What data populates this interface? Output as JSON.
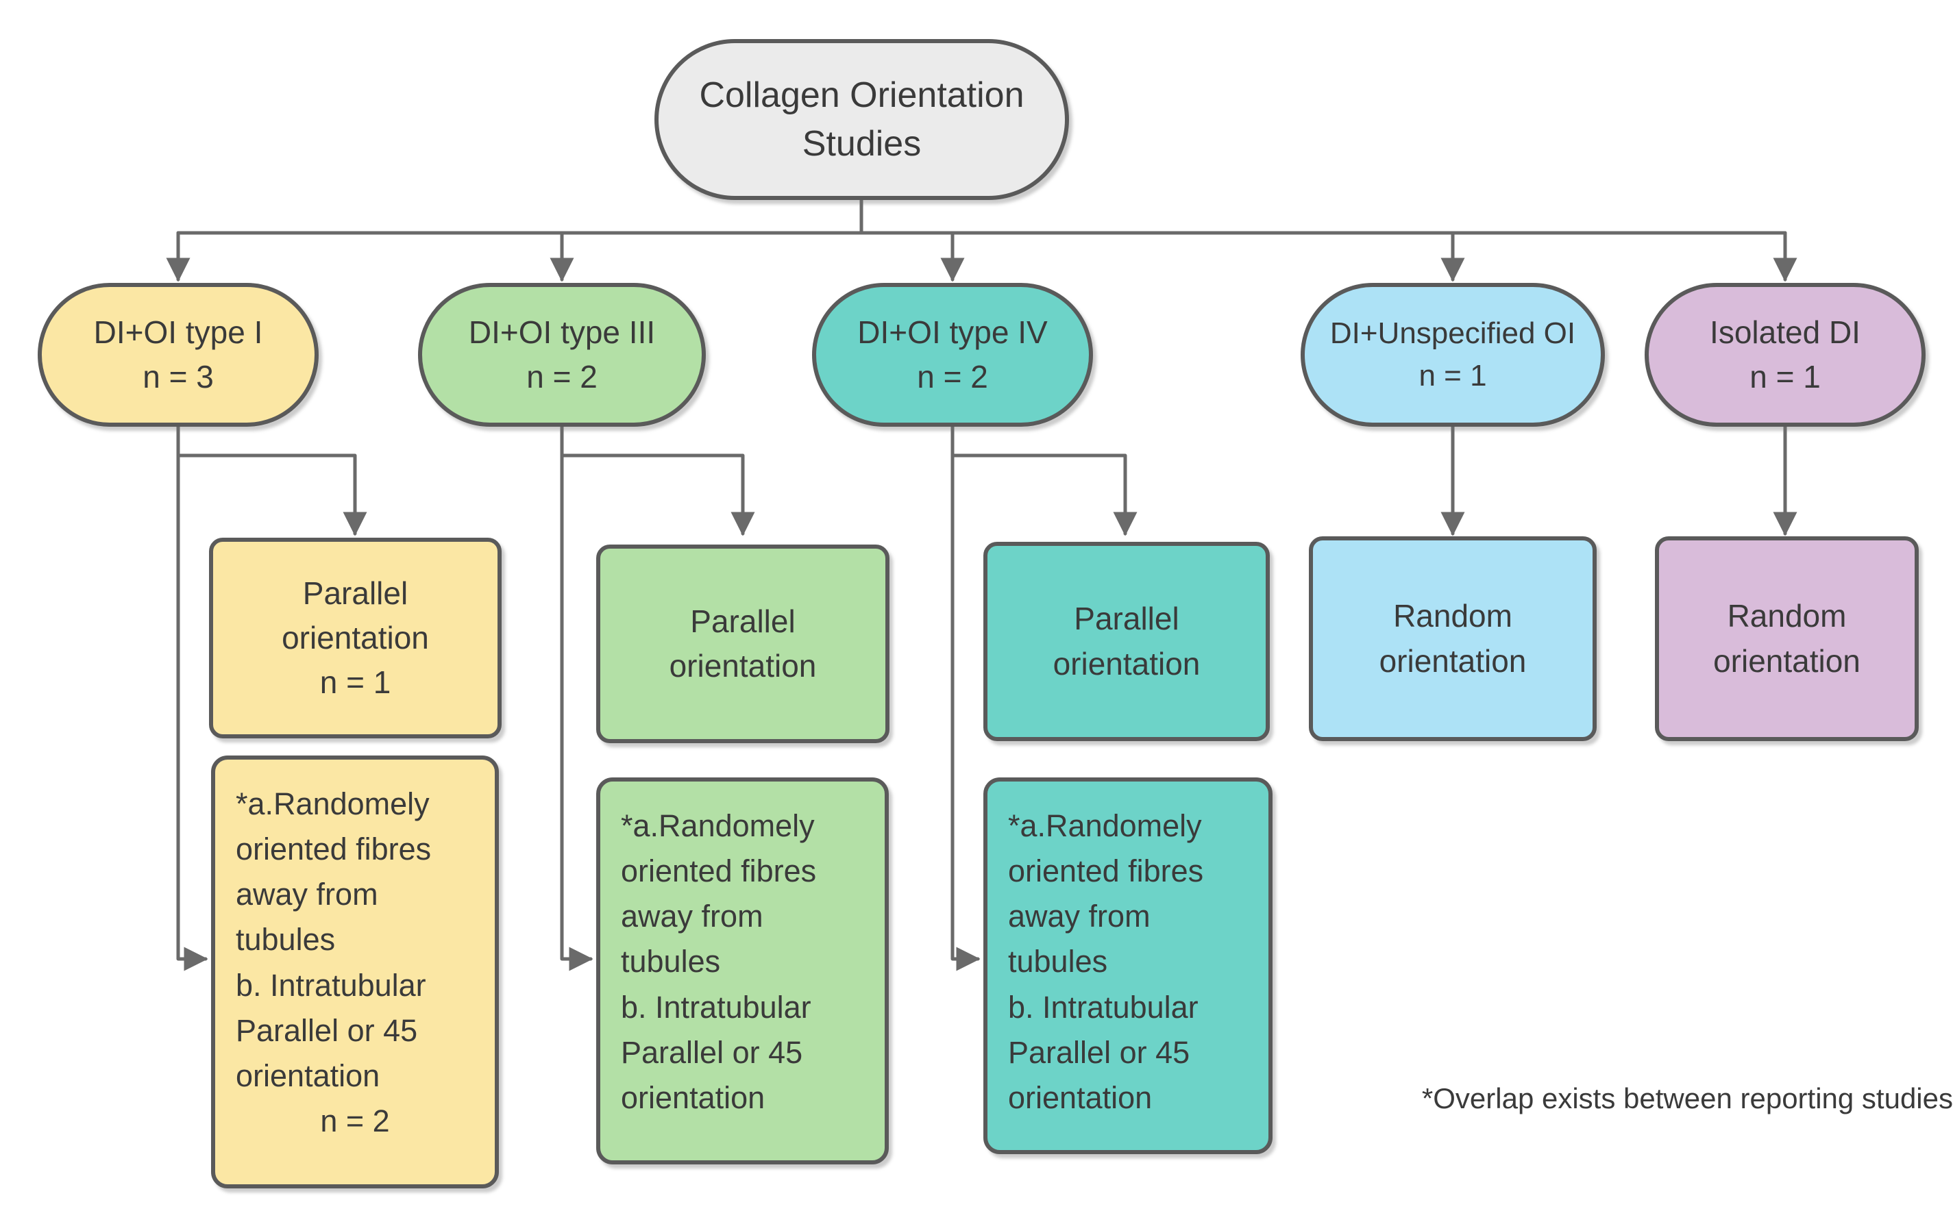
{
  "title": "Collagen Orientation Studies flowchart",
  "colors": {
    "root_fill": "#ebebeb",
    "border": "#5a5a5a",
    "connector": "#6a6a6a",
    "text": "#3a3a3a",
    "background": "#ffffff"
  },
  "root": {
    "label": "Collagen Orientation Studies"
  },
  "branches": [
    {
      "label": "DI+OI type I",
      "count": "n = 3",
      "color": "#fbe7a4",
      "children": [
        {
          "label": "Parallel orientation",
          "count": "n = 1"
        },
        {
          "label": "*a.Randomely\noriented fibres\naway from\ntubules\nb. Intratubular\nParallel or 45\norientation",
          "count": "n = 2"
        }
      ]
    },
    {
      "label": "DI+OI type III",
      "count": "n = 2",
      "color": "#b3e0a6",
      "children": [
        {
          "label": "Parallel orientation"
        },
        {
          "label": "*a.Randomely\noriented fibres\naway from\ntubules\nb. Intratubular\nParallel or 45\norientation"
        }
      ]
    },
    {
      "label": "DI+OI type IV",
      "count": "n = 2",
      "color": "#6dd3c8",
      "children": [
        {
          "label": "Parallel orientation"
        },
        {
          "label": "*a.Randomely\noriented fibres\naway from\ntubules\nb. Intratubular\nParallel or 45\norientation"
        }
      ]
    },
    {
      "label": "DI+Unspecified OI",
      "count": "n = 1",
      "color": "#ade2f6",
      "children": [
        {
          "label": "Random orientation"
        }
      ]
    },
    {
      "label": "Isolated DI",
      "count": "n = 1",
      "color": "#d9bcda",
      "children": [
        {
          "label": "Random orientation"
        }
      ]
    }
  ],
  "footnote": "*Overlap exists between reporting studies"
}
